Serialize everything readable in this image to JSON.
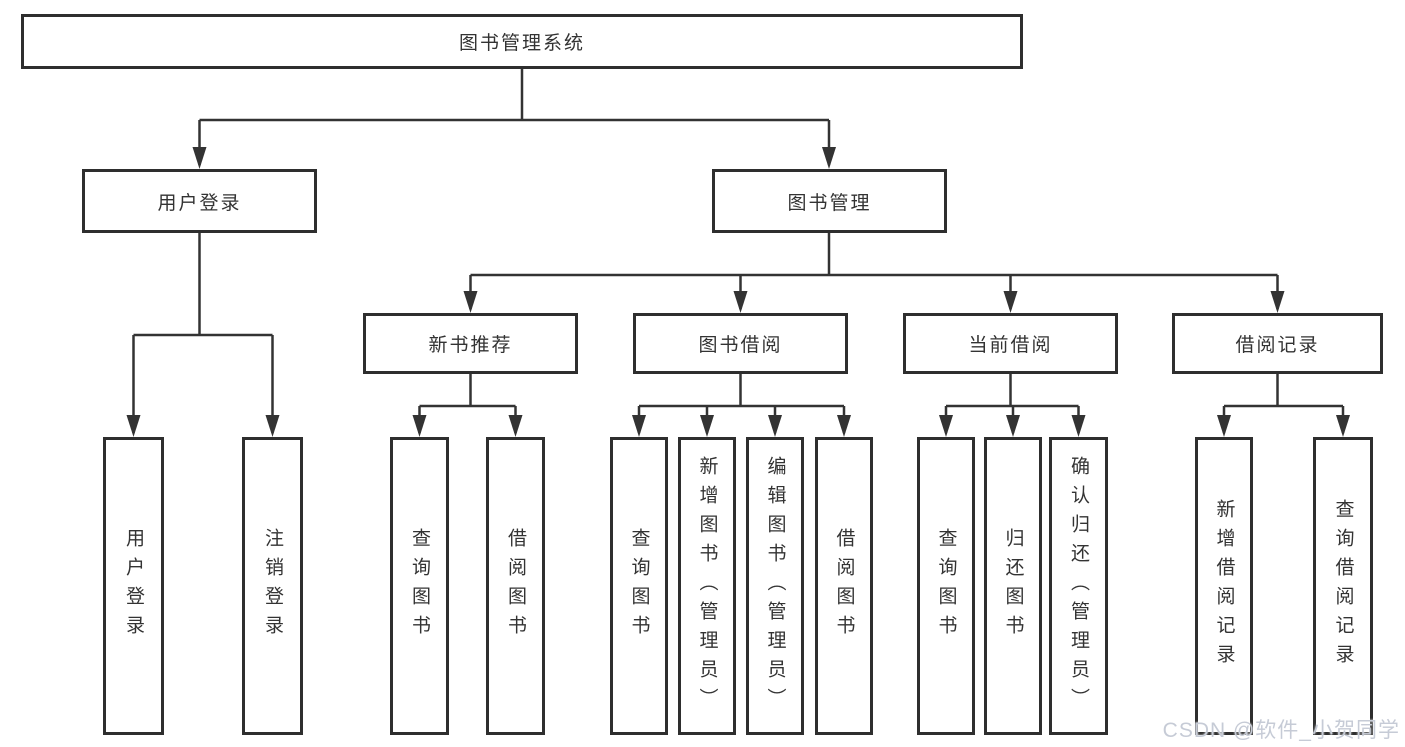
{
  "diagram": {
    "title": "图书管理系统",
    "tree": {
      "root": {
        "label": "图书管理系统"
      },
      "level2": [
        {
          "label": "用户登录"
        },
        {
          "label": "图书管理"
        }
      ],
      "level3": [
        {
          "label": "新书推荐"
        },
        {
          "label": "图书借阅"
        },
        {
          "label": "当前借阅"
        },
        {
          "label": "借阅记录"
        }
      ],
      "leaves": {
        "user_login": [
          {
            "label": "用户登录"
          },
          {
            "label": "注销登录"
          }
        ],
        "new_books": [
          {
            "label": "查询图书"
          },
          {
            "label": "借阅图书"
          }
        ],
        "book_borrow": [
          {
            "label": "查询图书"
          },
          {
            "label": "新增图书（管理员）"
          },
          {
            "label": "编辑图书（管理员）"
          },
          {
            "label": "借阅图书"
          }
        ],
        "current_borrow": [
          {
            "label": "查询图书"
          },
          {
            "label": "归还图书"
          },
          {
            "label": "确认归还（管理员）"
          }
        ],
        "borrow_records": [
          {
            "label": "新增借阅记录"
          },
          {
            "label": "查询借阅记录"
          }
        ]
      }
    },
    "colors": {
      "line": "#333333",
      "box_border": "#2e2e2e",
      "box_fill": "#ffffff",
      "text": "#333333",
      "watermark": "#c6cbd6"
    }
  },
  "watermark": {
    "text": "CSDN @软件_小贺同学"
  }
}
